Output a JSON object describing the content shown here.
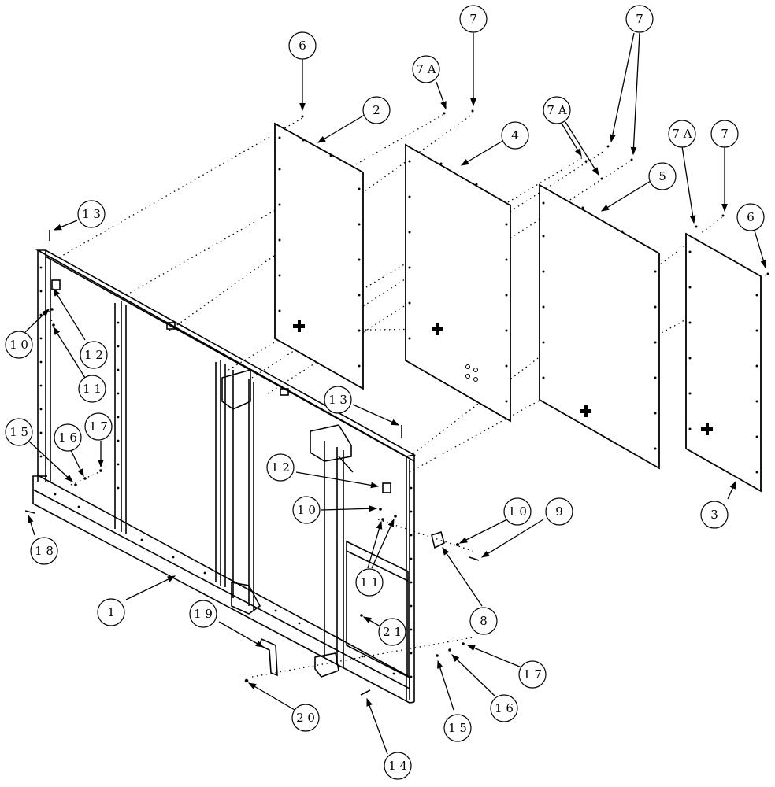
{
  "callouts": [
    {
      "id": "c1",
      "label": "1 "
    },
    {
      "id": "c2",
      "label": "2 "
    },
    {
      "id": "c3",
      "label": "3 "
    },
    {
      "id": "c4",
      "label": "4 "
    },
    {
      "id": "c5",
      "label": "5 "
    },
    {
      "id": "c6a",
      "label": "6 "
    },
    {
      "id": "c6b",
      "label": "6 "
    },
    {
      "id": "c7a",
      "label": "7 "
    },
    {
      "id": "c7b",
      "label": "7 "
    },
    {
      "id": "c7c",
      "label": "7 "
    },
    {
      "id": "c7d",
      "label": "1 7"
    },
    {
      "id": "c7d2",
      "label": "1 7"
    },
    {
      "id": "c7Aa",
      "label": "7 A"
    },
    {
      "id": "c7Ab",
      "label": "7 A"
    },
    {
      "id": "c7Ac",
      "label": "7 A"
    },
    {
      "id": "c8",
      "label": "8 "
    },
    {
      "id": "c9",
      "label": "9 "
    },
    {
      "id": "c10a",
      "label": "1 0"
    },
    {
      "id": "c10b",
      "label": "1 0"
    },
    {
      "id": "c10c",
      "label": "1 0"
    },
    {
      "id": "c11a",
      "label": "1 1"
    },
    {
      "id": "c11b",
      "label": "1 1"
    },
    {
      "id": "c12a",
      "label": "1 2"
    },
    {
      "id": "c12b",
      "label": "1 2"
    },
    {
      "id": "c13a",
      "label": "1 3"
    },
    {
      "id": "c13b",
      "label": "1 3"
    },
    {
      "id": "c14",
      "label": "1 4"
    },
    {
      "id": "c15a",
      "label": "1 5"
    },
    {
      "id": "c15b",
      "label": "1 5"
    },
    {
      "id": "c16a",
      "label": "1 6"
    },
    {
      "id": "c16b",
      "label": "1 6"
    },
    {
      "id": "c18",
      "label": "1 8"
    },
    {
      "id": "c19",
      "label": "1 9"
    },
    {
      "id": "c20",
      "label": "2 0"
    },
    {
      "id": "c21",
      "label": "2 1"
    }
  ]
}
